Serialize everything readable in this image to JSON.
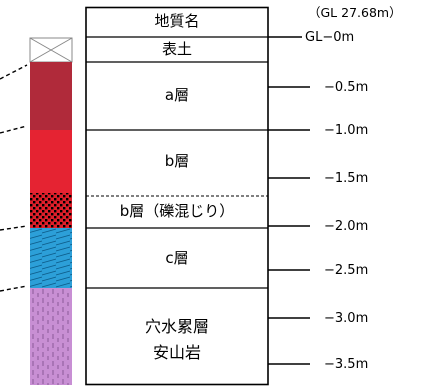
{
  "header": {
    "column_title": "地質名",
    "ground_level": "（GL 27.68m）"
  },
  "layers": [
    {
      "name": "表土",
      "pattern": "cross"
    },
    {
      "name": "a層",
      "color": "#b02a3a"
    },
    {
      "name": "b層",
      "color": "#e52332"
    },
    {
      "name": "b層（礫混じり）",
      "color": "#e01e2a",
      "pattern": "black-dots"
    },
    {
      "name": "c層",
      "color": "#2c9fd8",
      "pattern": "diagonal-lines"
    },
    {
      "name": "穴水累層",
      "name_line2": "安山岩",
      "color": "#c88fd4",
      "pattern": "dash-marks"
    }
  ],
  "depth_labels": [
    "GL−0m",
    "−0.5m",
    "−1.0m",
    "−1.5m",
    "−2.0m",
    "−2.5m",
    "−3.0m",
    "−3.5m"
  ]
}
